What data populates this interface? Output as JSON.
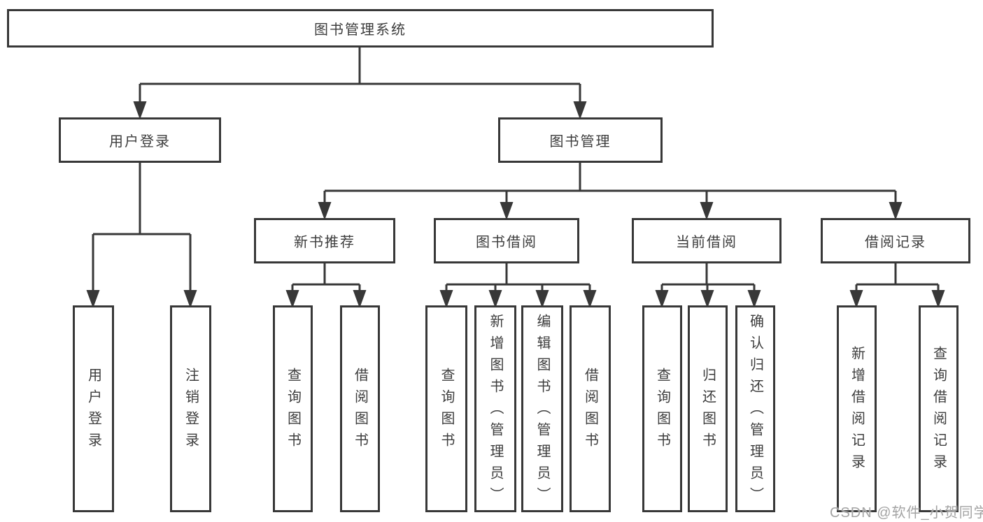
{
  "tree": {
    "root": {
      "label": "图书管理系统"
    },
    "children": [
      {
        "label": "用户登录",
        "children": [
          {
            "label": "用户登录"
          },
          {
            "label": "注销登录"
          }
        ]
      },
      {
        "label": "图书管理",
        "children": [
          {
            "label": "新书推荐",
            "children": [
              {
                "label": "查询图书"
              },
              {
                "label": "借阅图书"
              }
            ]
          },
          {
            "label": "图书借阅",
            "children": [
              {
                "label": "查询图书"
              },
              {
                "label": "新增图书（管理员）"
              },
              {
                "label": "编辑图书（管理员）"
              },
              {
                "label": "借阅图书"
              }
            ]
          },
          {
            "label": "当前借阅",
            "children": [
              {
                "label": "查询图书"
              },
              {
                "label": "归还图书"
              },
              {
                "label": "确认归还（管理员）"
              }
            ]
          },
          {
            "label": "借阅记录",
            "children": [
              {
                "label": "新增借阅记录"
              },
              {
                "label": "查询借阅记录"
              }
            ]
          }
        ]
      }
    ]
  },
  "watermark": "CSDN @软件_小贺同学",
  "colors": {
    "line": "#383838",
    "text": "#3d3d3d",
    "box_fill": "#ffffff",
    "background": "#ffffff",
    "watermark": "#a3a3a3"
  }
}
